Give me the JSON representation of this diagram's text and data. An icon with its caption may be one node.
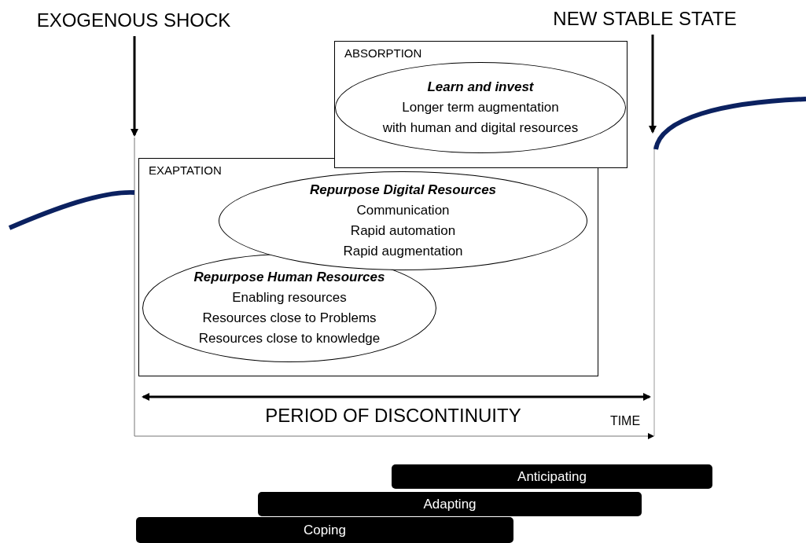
{
  "diagram": {
    "nodes": [
      {
        "text": [
          "ABSORPTION"
        ]
      },
      {
        "text": [
          "Learn and invest",
          "Longer term augmentation",
          "with human and digital resources"
        ],
        "in": 0
      },
      {
        "text": [
          "EXAPTATION"
        ]
      },
      {
        "text": [
          "Repurpose Digital Resources",
          "Communication",
          "Rapid automation",
          "Rapid augmentation"
        ],
        "in": 2
      },
      {
        "text": [
          "Repurpose Human Resources",
          "Enabling resources",
          "Resources close to Problems",
          "Resources close to knowledge"
        ],
        "in": 2
      },
      {
        "text": [
          "Anticipating"
        ]
      },
      {
        "text": [
          "Adapting"
        ]
      },
      {
        "text": [
          "Coping"
        ]
      }
    ],
    "labels": [
      "EXOGENOUS SHOCK",
      "NEW STABLE STATE",
      "PERIOD OF DISCONTINUITY",
      "TIME"
    ]
  }
}
